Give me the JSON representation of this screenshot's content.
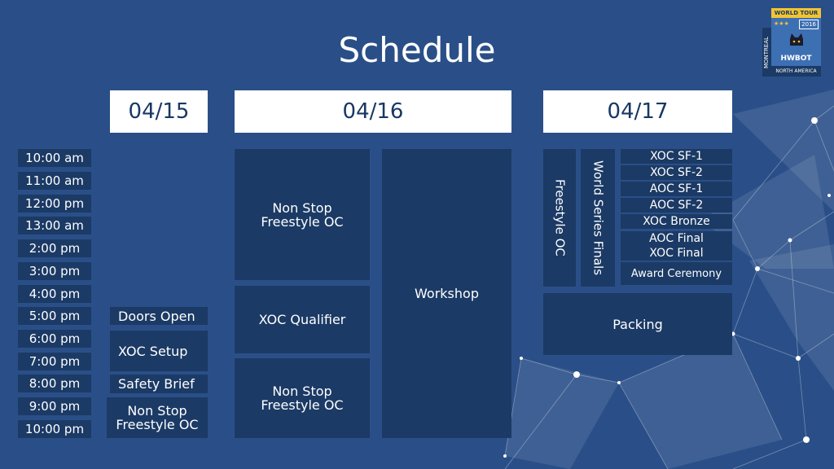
{
  "title": "Schedule",
  "dates": [
    "04/15",
    "04/16",
    "04/17"
  ],
  "times": [
    "10:00 am",
    "11:00 am",
    "12:00 pm",
    "13:00 am",
    "2:00 pm",
    "3:00 pm",
    "4:00 pm",
    "5:00 pm",
    "6:00 pm",
    "7:00 pm",
    "8:00 pm",
    "9:00 pm",
    "10:00 pm"
  ],
  "day1": {
    "doors_open": "Doors Open",
    "xoc_setup": "XOC Setup",
    "safety_brief": "Safety Brief",
    "non_stop_1": "Non Stop",
    "non_stop_2": "Freestyle OC"
  },
  "day2": {
    "non_stop_am_1": "Non Stop",
    "non_stop_am_2": "Freestyle OC",
    "xoc_qualifier": "XOC Qualifier",
    "non_stop_pm_1": "Non Stop",
    "non_stop_pm_2": "Freestyle OC",
    "workshop": "Workshop"
  },
  "day3": {
    "freestyle_oc": "Freestyle OC",
    "world_series_finals": "World Series Finals",
    "events": [
      "XOC SF-1",
      "XOC SF-2",
      "AOC SF-1",
      "AOC SF-2",
      "XOC Bronze",
      "AOC Final",
      "XOC Final",
      "Award Ceremony"
    ],
    "packing": "Packing"
  },
  "badge": {
    "world_tour": "WORLD TOUR",
    "stars": "★★★",
    "year": "2016",
    "name": "HWBOT",
    "region": "NORTH AMERICA",
    "city": "MONTREAL"
  },
  "colors": {
    "background": "#2a4f88",
    "block": "#1b3a65",
    "header": "#ffffff",
    "badge_gold": "#f2c431"
  }
}
